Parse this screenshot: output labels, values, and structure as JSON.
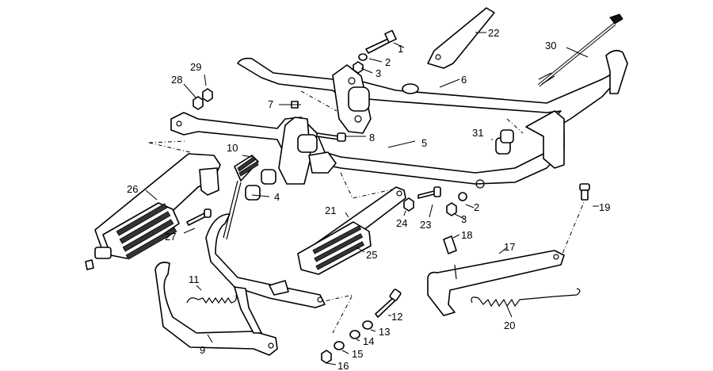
{
  "diagram": {
    "parts": [
      {
        "id": "footrest-rear-right",
        "number": "26"
      },
      {
        "id": "screw-footrest",
        "number": "27"
      },
      {
        "id": "nut-28",
        "number": "28"
      },
      {
        "id": "washer-29",
        "number": "29"
      },
      {
        "id": "grip-10",
        "number": "10"
      },
      {
        "id": "spacer-4",
        "number": "4"
      },
      {
        "id": "screw-7",
        "number": "7"
      },
      {
        "id": "bolt-8",
        "number": "8"
      },
      {
        "id": "bolt-1",
        "number": "1"
      },
      {
        "id": "washer-2-top",
        "number": "2"
      },
      {
        "id": "nut-3-top",
        "number": "3"
      },
      {
        "id": "frame-tube-6",
        "number": "6"
      },
      {
        "id": "frame-tube-5",
        "number": "5"
      },
      {
        "id": "bracket-22",
        "number": "22"
      },
      {
        "id": "rod-30",
        "number": "30"
      },
      {
        "id": "bushing-31",
        "number": "31"
      },
      {
        "id": "footrest-front-21",
        "number": "21"
      },
      {
        "id": "footrest-rubber-25",
        "number": "25"
      },
      {
        "id": "nut-24",
        "number": "24"
      },
      {
        "id": "bolt-23",
        "number": "23"
      },
      {
        "id": "washer-2-low",
        "number": "2"
      },
      {
        "id": "nut-3-low",
        "number": "3"
      },
      {
        "id": "cap-18",
        "number": "18"
      },
      {
        "id": "side-stand-17",
        "number": "17"
      },
      {
        "id": "pin-19",
        "number": "19"
      },
      {
        "id": "spring-20",
        "number": "20"
      },
      {
        "id": "spring-11",
        "number": "11"
      },
      {
        "id": "center-stand-9",
        "number": "9"
      },
      {
        "id": "bolt-12",
        "number": "12"
      },
      {
        "id": "washer-13",
        "number": "13"
      },
      {
        "id": "washer-14",
        "number": "14"
      },
      {
        "id": "washer-15",
        "number": "15"
      },
      {
        "id": "nut-16",
        "number": "16"
      }
    ]
  }
}
